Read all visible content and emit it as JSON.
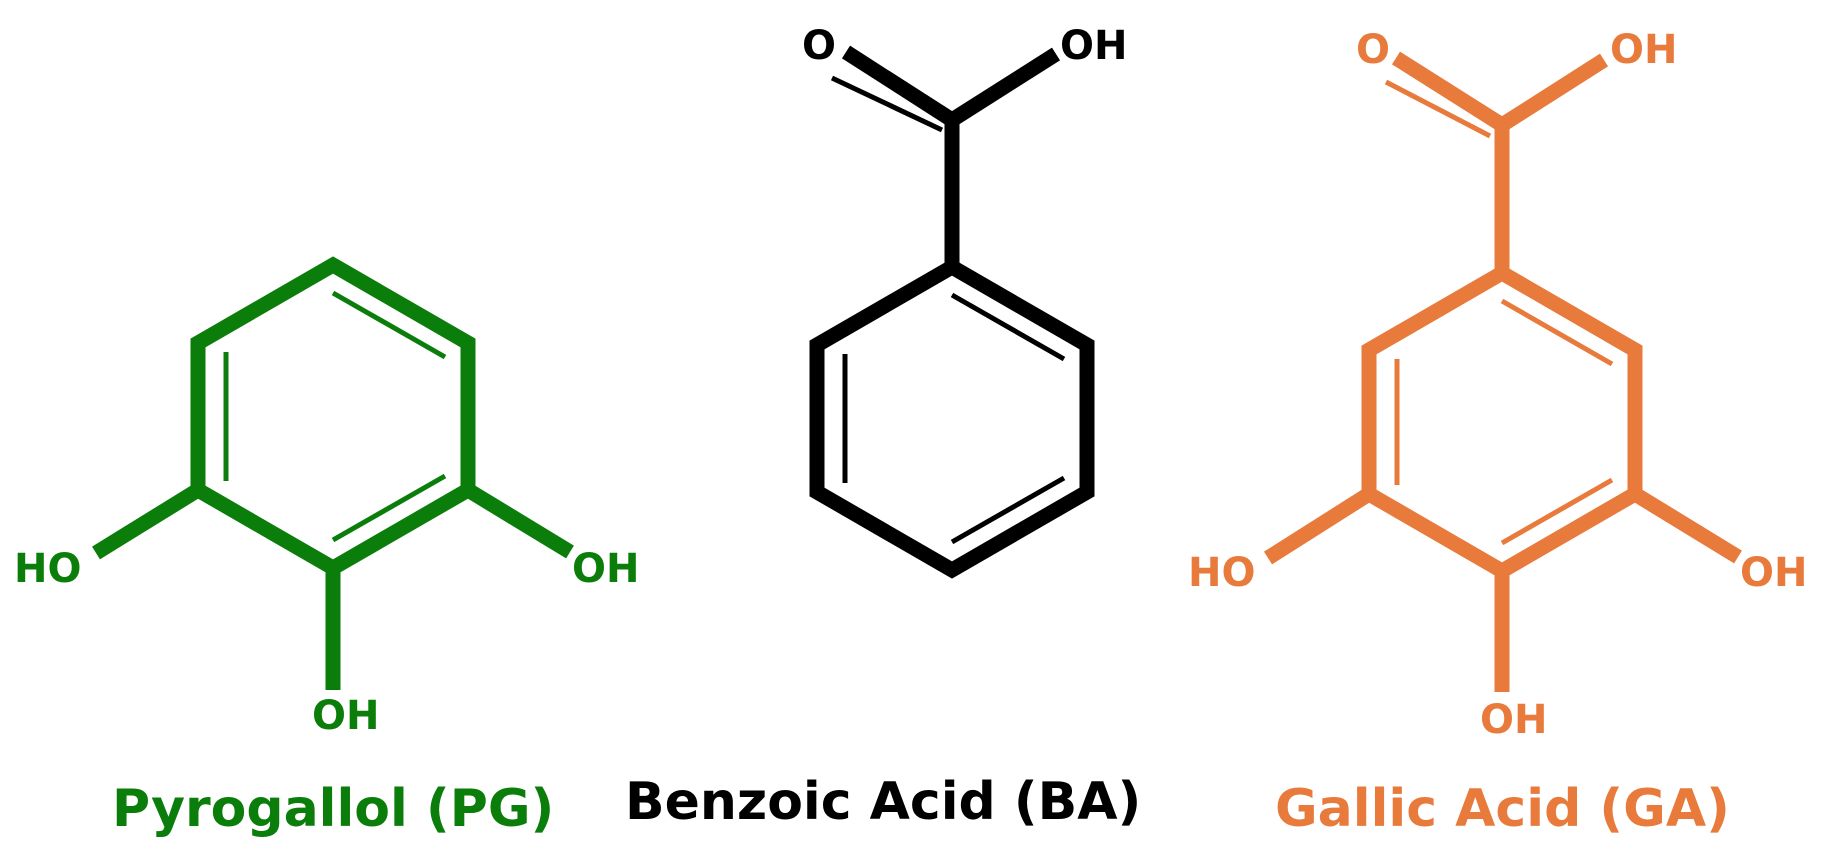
{
  "colors": {
    "pyrogallol": "#0a7d0a",
    "benzoic_acid": "#000000",
    "gallic_acid": "#e87a3c"
  },
  "molecules": [
    {
      "key": "pyrogallol",
      "name": "Pyrogallol (PG)",
      "labels": [
        "HO",
        "OH",
        "OH"
      ]
    },
    {
      "key": "benzoic_acid",
      "name": "Benzoic Acid (BA)",
      "labels": [
        "O",
        "OH"
      ]
    },
    {
      "key": "gallic_acid",
      "name": "Gallic Acid (GA)",
      "labels": [
        "O",
        "OH",
        "HO",
        "OH",
        "OH"
      ]
    }
  ]
}
